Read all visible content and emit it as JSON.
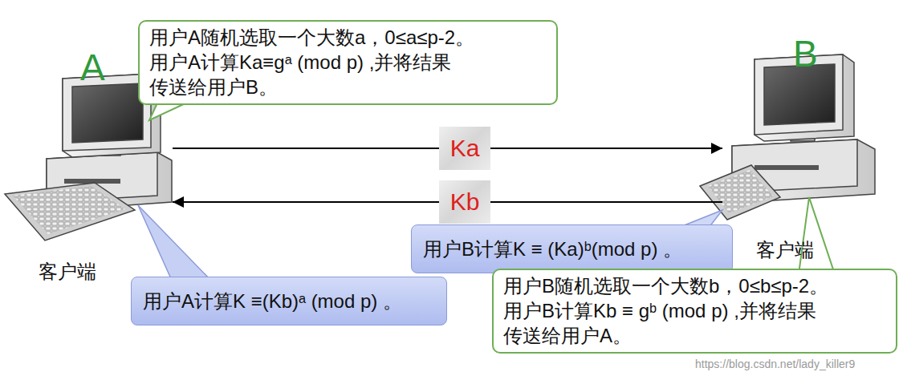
{
  "diagram": {
    "nodes": [
      {
        "text": [
          "A",
          "客户端"
        ]
      },
      {
        "text": [
          "用户A随机选取一个大数a，0≤a≤p-2。",
          "用户A计算Ka≡gᵃ (mod p) ,并将结果 传送给用户B。"
        ]
      },
      {
        "text": [
          "B",
          "客户端"
        ]
      },
      {
        "text": [
          "用户B计算K ≡ (Ka)ᵇ(mod p) 。"
        ]
      },
      {
        "text": [
          "用户A计算K ≡(Kb)ᵃ (mod p) 。"
        ]
      },
      {
        "text": [
          "用户B随机选取一个大数b，0≤b≤p-2。",
          "用户B计算Kb ≡ gᵇ (mod p) ,并将结果 传送给用户A。"
        ]
      }
    ],
    "edges": [
      {
        "from": 0,
        "to": 2,
        "label": "Ka",
        "arrow": "to"
      },
      {
        "from": 2,
        "to": 0,
        "label": "Kb",
        "arrow": "to"
      }
    ],
    "labels": [
      "https://blog.csdn.net/lady_killer9"
    ]
  }
}
